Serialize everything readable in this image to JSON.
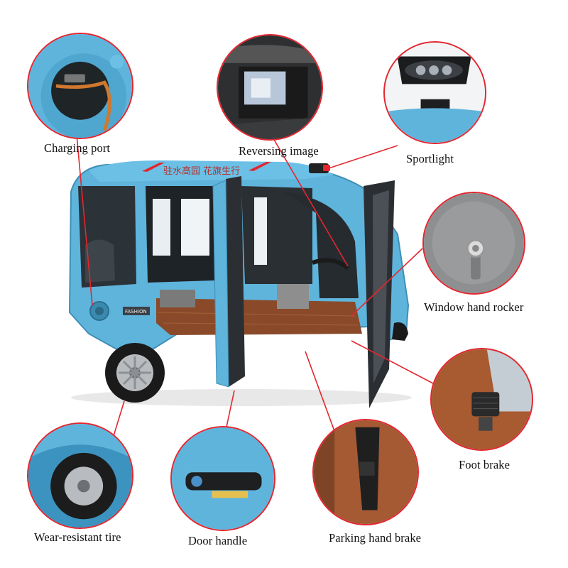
{
  "vehicle": {
    "name": "electric-tricycle",
    "body_color": "#5fb4dc",
    "accent": "#e4262f",
    "roof_text": "驻水高园 花旗生行",
    "badge_text": "FASHION"
  },
  "callouts": {
    "charging_port": {
      "label": "Charging port",
      "icon": "charging-port-icon"
    },
    "reversing_image": {
      "label": "Reversing image",
      "icon": "reversing-camera-screen-icon"
    },
    "sportlight": {
      "label": "Sportlight",
      "icon": "headlight-icon"
    },
    "window_hand_rocker": {
      "label": "Window hand rocker",
      "icon": "window-crank-icon"
    },
    "foot_brake": {
      "label": "Foot brake",
      "icon": "brake-pedal-icon"
    },
    "wear_resistant_tire": {
      "label": "Wear-resistant tire",
      "icon": "tire-icon"
    },
    "door_handle": {
      "label": "Door handle",
      "icon": "door-handle-icon"
    },
    "parking_hand_brake": {
      "label": "Parking hand brake",
      "icon": "hand-brake-icon"
    }
  },
  "colors": {
    "leader_line": "#e4262f",
    "circle_border": "#e4262f",
    "floor": "#8a4a2a"
  }
}
